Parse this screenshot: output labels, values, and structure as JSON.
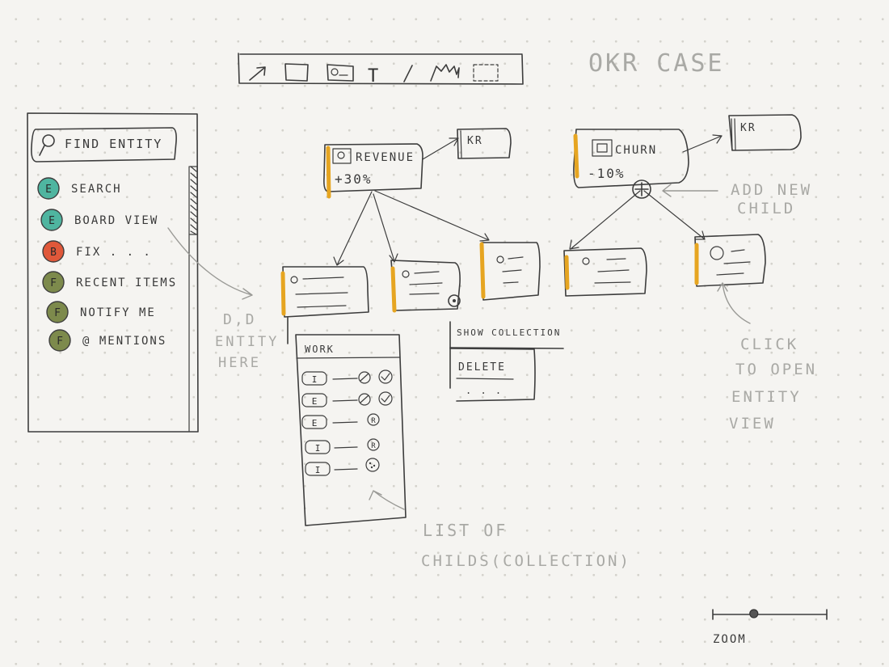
{
  "title": "OKR CASE",
  "toolbar": {
    "tools": [
      "arrow-tool-icon",
      "rectangle-tool-icon",
      "entity-card-tool-icon",
      "text-tool-icon",
      "line-tool-icon",
      "hand-tool-icon",
      "selection-tool-icon"
    ],
    "text_tool_glyph": "T"
  },
  "sidebar": {
    "search_placeholder": "FIND ENTITY",
    "items": [
      {
        "badge": "E",
        "label": "SEARCH",
        "color": "#4fb5a0"
      },
      {
        "badge": "E",
        "label": "BOARD VIEW",
        "color": "#4fb5a0"
      },
      {
        "badge": "B",
        "label": "FIX . . .",
        "color": "#e0583a"
      },
      {
        "badge": "F",
        "label": "RECENT ITEMS",
        "color": "#7d8a4c"
      },
      {
        "badge": "F",
        "label": "NOTIFY ME",
        "color": "#7d8a4c"
      },
      {
        "badge": "F",
        "label": "@ MENTIONS",
        "color": "#7d8a4c"
      }
    ]
  },
  "cards": {
    "revenue": {
      "title": "REVENUE",
      "value": "+30%"
    },
    "churn": {
      "title": "CHURN",
      "value": "-10%"
    },
    "kr_label": "KR"
  },
  "collection": {
    "title": "WORK",
    "rows": [
      {
        "badge": "I",
        "status": "edit-check"
      },
      {
        "badge": "E",
        "status": "edit-check"
      },
      {
        "badge": "E",
        "status": "review"
      },
      {
        "badge": "I",
        "status": "review"
      },
      {
        "badge": "I",
        "status": "dotted"
      }
    ]
  },
  "context_menu": {
    "items": [
      "SHOW COLLECTION",
      "DELETE",
      ". . ."
    ]
  },
  "annotations": {
    "dnd": [
      "D,D",
      "ENTITY",
      "HERE"
    ],
    "add_child": [
      "ADD NEW",
      "CHILD"
    ],
    "click_open": [
      "CLICK",
      "TO OPEN",
      "ENTITY",
      "VIEW"
    ],
    "list_childs": [
      "LIST OF",
      "CHILDS(COLLECTION)"
    ]
  },
  "zoom": {
    "label": "ZOOM",
    "level": 0.36
  },
  "colors": {
    "accent": "#e6a521",
    "ink": "#3d3d3d",
    "pencil": "#a9a9a5"
  }
}
